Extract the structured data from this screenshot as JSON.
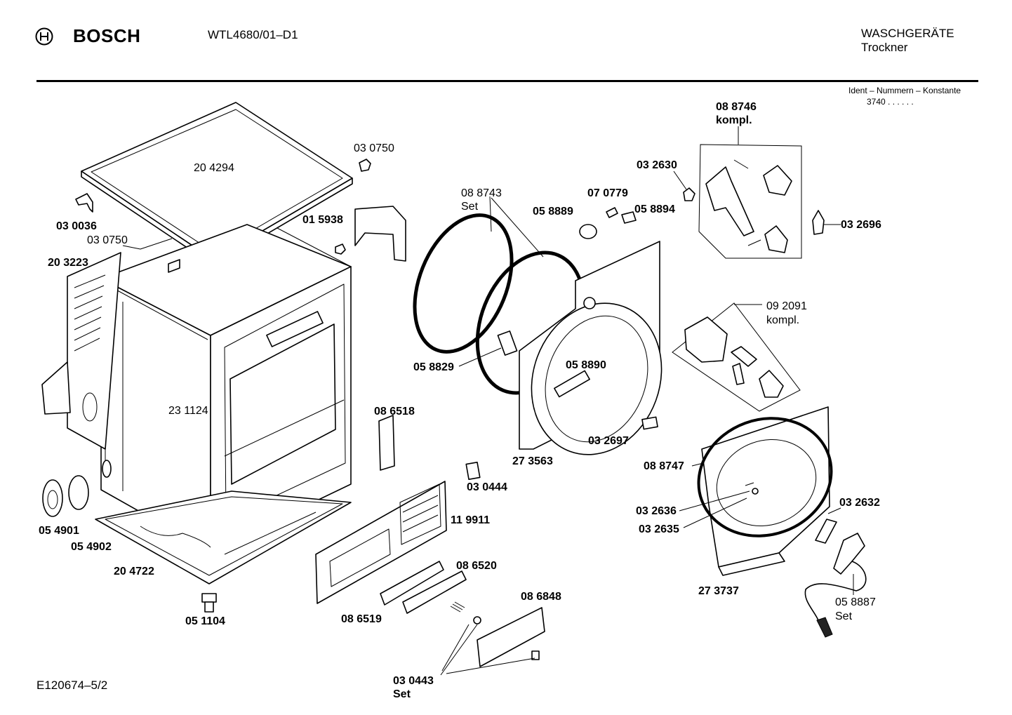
{
  "header": {
    "brand": "BOSCH",
    "model": "WTL4680/01–D1",
    "category": "WASCHGERÄTE",
    "subcategory": "Trockner",
    "ident_label": "Ident – Nummern – Konstante",
    "ident_value": "3740 . . . . . ."
  },
  "footer": {
    "code": "E120674–5/2"
  },
  "parts": {
    "p204294": "20 4294",
    "p030750a": "03 0750",
    "p030036": "03 0036",
    "p030750b": "03 0750",
    "p203223": "20 3223",
    "p015938": "01 5938",
    "p231124": "23 1124",
    "p054901": "05 4901",
    "p054902": "05 4902",
    "p204722": "20 4722",
    "p051104": "05 1104",
    "p088743": "08 8743",
    "p088743set": "Set",
    "p058889": "05 8889",
    "p070779": "07 0779",
    "p058894": "05 8894",
    "p032630": "03 2630",
    "p088746": "08 8746",
    "p088746k": "kompl.",
    "p032696": "03 2696",
    "p092091": "09 2091",
    "p092091k": "kompl.",
    "p058829": "05 8829",
    "p058890": "05 8890",
    "p273563": "27 3563",
    "p086518": "08 6518",
    "p030444": "03 0444",
    "p032697": "03 2697",
    "p088747": "08 8747",
    "p032636": "03 2636",
    "p032635": "03 2635",
    "p032632": "03 2632",
    "p273737": "27 3737",
    "p119911": "11 9911",
    "p086520": "08 6520",
    "p086519": "08 6519",
    "p086848": "08 6848",
    "p030443": "03 0443",
    "p030443set": "Set",
    "p058887": "05 8887",
    "p058887set": "Set"
  }
}
